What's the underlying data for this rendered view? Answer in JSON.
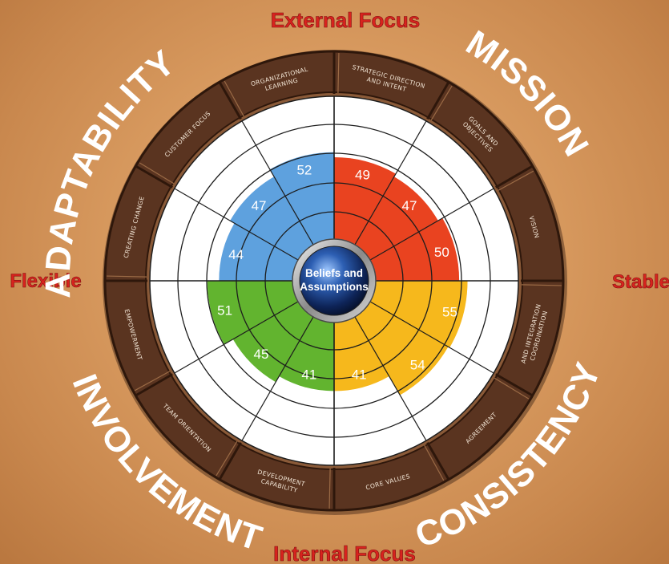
{
  "axes": {
    "top": "External Focus",
    "bottom": "Internal Focus",
    "left": "Flexible",
    "right": "Stable"
  },
  "center": {
    "line1": "Beliefs and",
    "line2": "Assumptions"
  },
  "quadrants": [
    {
      "key": "adaptability",
      "title": "ADAPTABILITY",
      "color": "#5b9bd6",
      "segments": [
        {
          "label": "CREATING CHANGE",
          "score": "44"
        },
        {
          "label": "CUSTOMER FOCUS",
          "score": "47"
        },
        {
          "label": "ORGANIZATIONAL LEARNING",
          "label_lines": [
            "ORGANIZATIONAL",
            "LEARNING"
          ],
          "score": "52"
        }
      ]
    },
    {
      "key": "mission",
      "title": "MISSION",
      "color": "#e2401f",
      "segments": [
        {
          "label": "STRATEGIC DIRECTION AND INTENT",
          "label_lines": [
            "STRATEGIC DIRECTION",
            "AND INTENT"
          ],
          "score": "49"
        },
        {
          "label": "GOALS AND OBJECTIVES",
          "label_lines": [
            "GOALS AND",
            "OBJECTIVES"
          ],
          "score": "47"
        },
        {
          "label": "VISION",
          "score": "50"
        }
      ]
    },
    {
      "key": "consistency",
      "title": "CONSISTENCY",
      "color": "#f3b21b",
      "segments": [
        {
          "label": "COORDINATION AND INTEGRATION",
          "label_lines": [
            "COORDINATION",
            "AND INTEGRATION"
          ],
          "score": "55"
        },
        {
          "label": "AGREEMENT",
          "score": "54"
        },
        {
          "label": "CORE VALUES",
          "score": "41"
        }
      ]
    },
    {
      "key": "involvement",
      "title": "INVOLVEMENT",
      "color": "#5fae2e",
      "segments": [
        {
          "label": "CAPABILITY DEVELOPMENT",
          "label_lines": [
            "CAPABILITY",
            "DEVELOPMENT"
          ],
          "score": "41"
        },
        {
          "label": "TEAM ORIENTATION",
          "score": "45"
        },
        {
          "label": "EMPOWERMENT",
          "score": "51"
        }
      ]
    }
  ],
  "colors": {
    "ring": "#5a3420",
    "ring_edge": "#2e170b",
    "ring_highlight": "#9a6a45",
    "grid": "#1d1d1d",
    "axis_red": "#d8231e"
  }
}
